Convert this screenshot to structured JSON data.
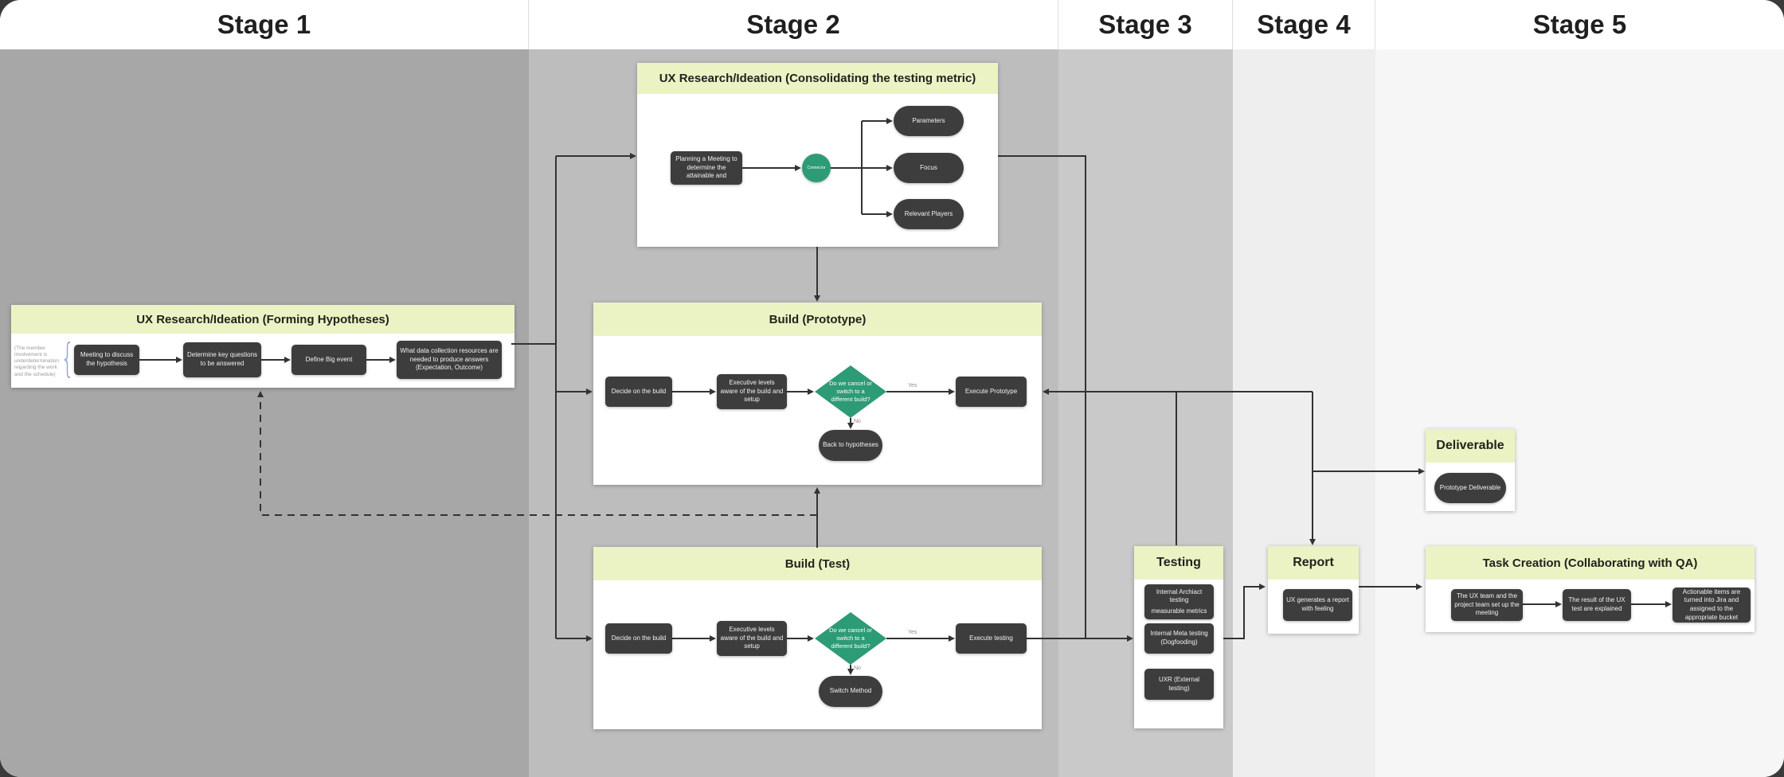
{
  "stages": [
    {
      "label": "Stage 1"
    },
    {
      "label": "Stage 2"
    },
    {
      "label": "Stage 3"
    },
    {
      "label": "Stage 4"
    },
    {
      "label": "Stage 5"
    }
  ],
  "containers": {
    "forming": {
      "title": "UX Research/Ideation (Forming Hypotheses)"
    },
    "consolidating": {
      "title": "UX Research/Ideation (Consolidating the testing metric)"
    },
    "build_prototype": {
      "title": "Build (Prototype)"
    },
    "build_test": {
      "title": "Build (Test)"
    },
    "testing": {
      "title": "Testing"
    },
    "report": {
      "title": "Report"
    },
    "deliverable": {
      "title": "Deliverable"
    },
    "task_creation": {
      "title": "Task Creation (Collaborating with QA)"
    }
  },
  "nodes": {
    "forming_note": "(The member involvement is underdetermination regarding the work and the schedule)",
    "forming_note_brace": "{",
    "meeting_discuss": "Meeting to discuss the hypothesis",
    "determine_key": "Determine key questions to be answered",
    "define_big": "Define Big event",
    "data_collection": "What data collection resources are needed to produce answers (Expectation, Outcome)",
    "planning_meeting": "Planning a Meeting to determine the attainable and",
    "connector": "Connector",
    "parameters": "Parameters",
    "focus": "Focus",
    "relevant_players": "Relevant Players",
    "decide_build": "Decide on the build",
    "exec_levels": "Executive levels aware of the build and setup",
    "cancel_switch": "Do we cancel or switch to a different build?",
    "execute_prototype": "Execute Prototype",
    "back_to_hypotheses": "Back to hypotheses",
    "execute_testing": "Execute testing",
    "switch_method": "Switch Method",
    "archiact_testing": "Internal Archiact testing",
    "measurable_metrics": "measurable metrics",
    "meta_testing": "Internal Meta testing (Dogfooding)",
    "uxr_external": "UXR (External testing)",
    "ux_report": "UX generates a report with feeling",
    "prototype_deliverable": "Prototype Deliverable",
    "ux_team_meeting": "The UX team and the project team set up the meeting",
    "result_explained": "The result of the UX test are explained",
    "actionable_items": "Actionable items are turned into Jira and assigned to the appropriate bucket"
  },
  "labels": {
    "yes": "Yes",
    "no": "No"
  },
  "colors": {
    "canvas_bg": "#3a3a3a",
    "header_bg": "#ffffff",
    "lane1": "#a7a7a7",
    "lane2": "#bdbdbd",
    "lane3": "#c9c9c9",
    "lane4": "#eeeeee",
    "lane5": "#f6f6f6",
    "container_header": "#ebf3c5",
    "container_body": "#ffffff",
    "node_dark": "#3d3d3d",
    "node_text": "#f1f1f1",
    "green": "#2d9b76",
    "line": "#333333",
    "title_text": "#1f1f1f",
    "note_text": "#9a9a9a",
    "brace": "#8da3e6"
  }
}
